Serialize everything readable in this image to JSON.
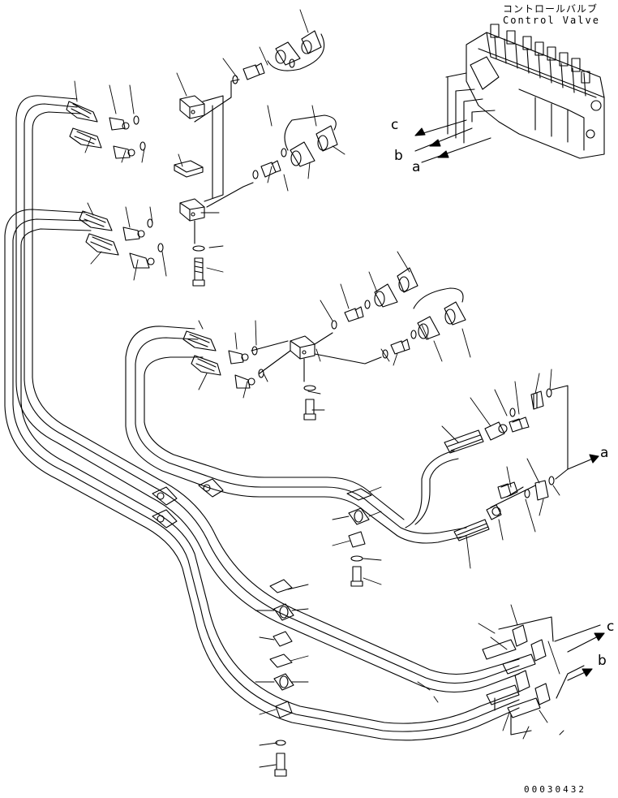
{
  "title_jp": "コントロールバルブ",
  "title_en": "Control Valve",
  "ports": {
    "top_c": "c",
    "top_b": "b",
    "top_a": "a",
    "right_a": "a",
    "right_c": "c",
    "right_b": "b"
  },
  "drawing_number": "00030432"
}
